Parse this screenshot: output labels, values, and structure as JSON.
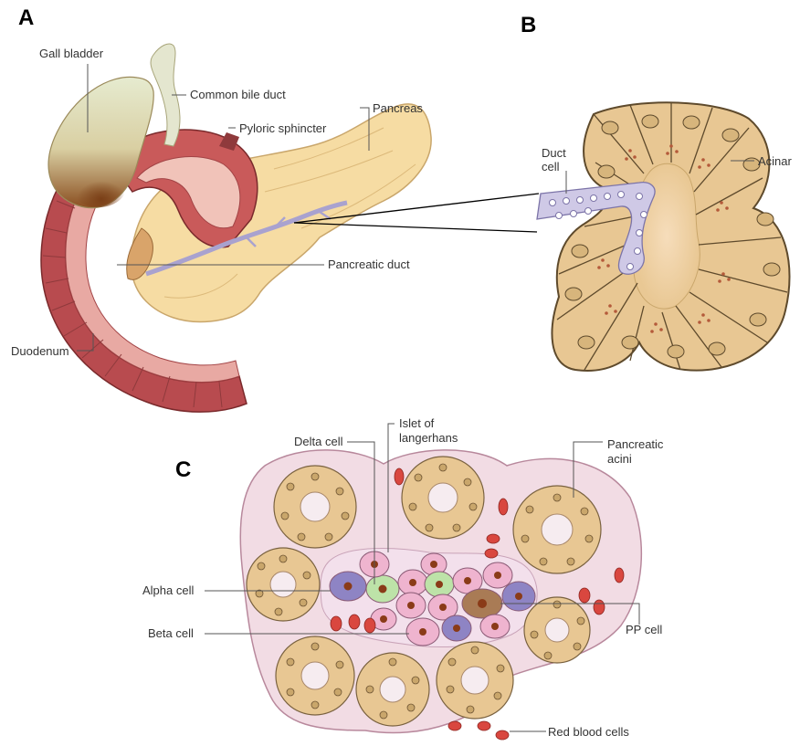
{
  "colors": {
    "duodenum_wall": "#b84b4f",
    "duodenum_light": "#e8a9a3",
    "pancreas": "#f6dca3",
    "pancreas_edge": "#c9a66b",
    "gallbladder_top": "#e6ebd0",
    "gallbladder_bottom": "#8a4e20",
    "duct": "#a9a2cf",
    "acinar_cell": "#e8c793",
    "acinar_lumen": "#f3d9b4",
    "islet_bg": "#f3e0ec",
    "alpha_cell": "#8e84c4",
    "beta_cell": "#efb4cf",
    "delta_cell": "#bde3a8",
    "pp_cell": "#a97b55",
    "rbc": "#d9473f",
    "nucleus": "#8a3b18",
    "tissue_bg": "#f2dce4"
  },
  "panels": {
    "a": {
      "letter": "A",
      "labels": {
        "gall_bladder": "Gall bladder",
        "common_bile_duct": "Common bile duct",
        "pyloric_sphincter": "Pyloric sphincter",
        "pancreas": "Pancreas",
        "pancreatic_duct": "Pancreatic duct",
        "duodenum": "Duodenum"
      }
    },
    "b": {
      "letter": "B",
      "labels": {
        "duct_cell_line1": "Duct",
        "duct_cell_line2": "cell",
        "acinar": "Acinar"
      }
    },
    "c": {
      "letter": "C",
      "labels": {
        "delta_cell": "Delta cell",
        "islet_line1": "Islet of",
        "islet_line2": "langerhans",
        "pancreatic_acini_line1": "Pancreatic",
        "pancreatic_acini_line2": "acini",
        "alpha_cell": "Alpha cell",
        "beta_cell": "Beta cell",
        "pp_cell": "PP cell",
        "red_blood_cells": "Red blood cells"
      }
    }
  }
}
